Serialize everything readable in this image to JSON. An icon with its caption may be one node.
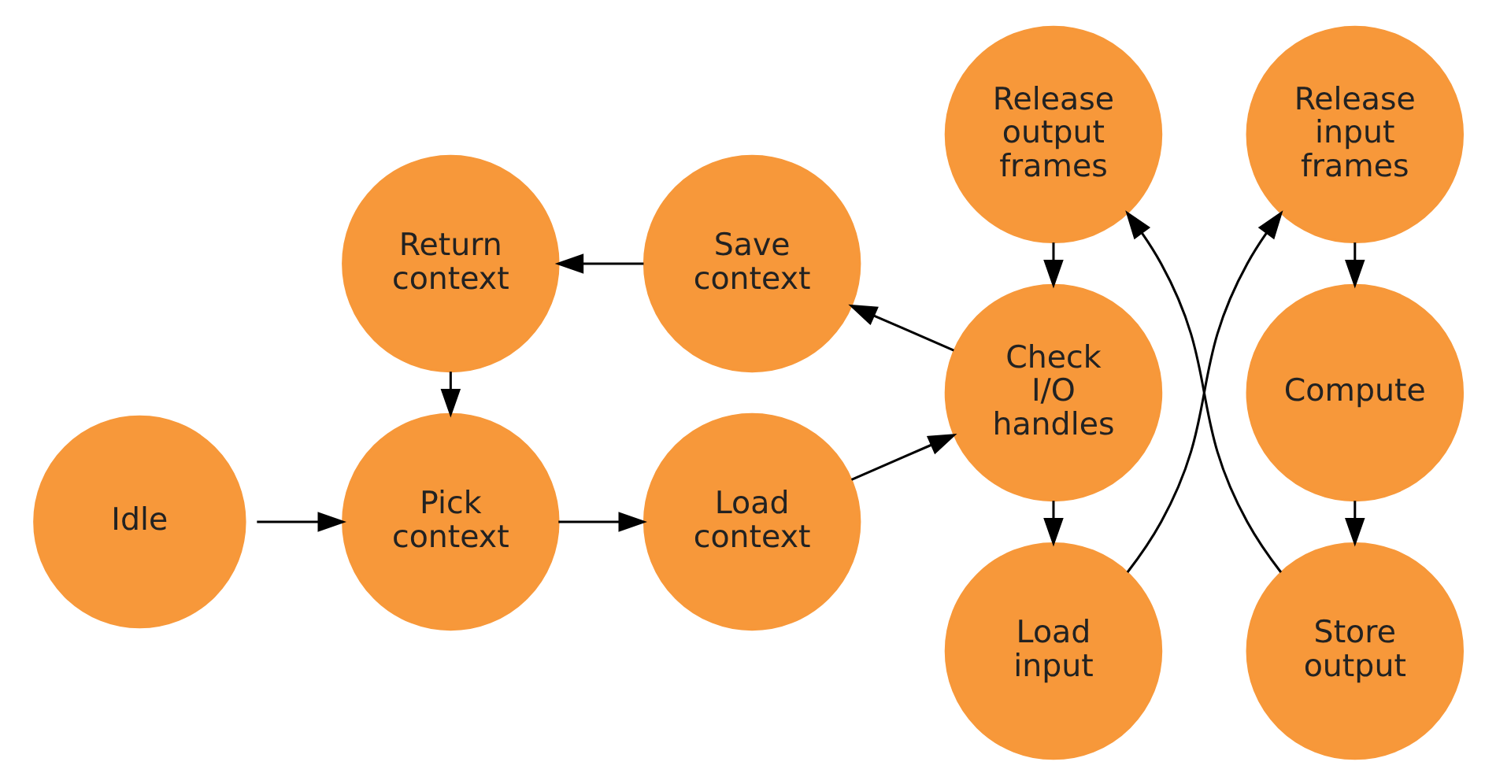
{
  "diagram": {
    "nodes": [
      {
        "text": [
          "Idle"
        ]
      },
      {
        "text": [
          "Pick context"
        ]
      },
      {
        "text": [
          "Load context"
        ]
      },
      {
        "text": [
          "Return context"
        ]
      },
      {
        "text": [
          "Save context"
        ]
      },
      {
        "text": [
          "Load input"
        ]
      },
      {
        "text": [
          "Release input frames"
        ]
      },
      {
        "text": [
          "Check I/O handles"
        ]
      },
      {
        "text": [
          "Compute"
        ]
      },
      {
        "text": [
          "Release output frames"
        ]
      },
      {
        "text": [
          "Store output"
        ]
      }
    ],
    "edges": [
      {
        "from": 0,
        "to": 1,
        "arrow": "to"
      },
      {
        "from": 1,
        "to": 2,
        "arrow": "to"
      },
      {
        "from": 2,
        "to": 7,
        "arrow": "to"
      },
      {
        "from": 7,
        "to": 4,
        "arrow": "to"
      },
      {
        "from": 4,
        "to": 3,
        "arrow": "to"
      },
      {
        "from": 3,
        "to": 1,
        "arrow": "to"
      },
      {
        "from": 7,
        "to": 5,
        "arrow": "to"
      },
      {
        "from": 5,
        "to": 6,
        "arrow": "to"
      },
      {
        "from": 6,
        "to": 8,
        "arrow": "to"
      },
      {
        "from": 8,
        "to": 10,
        "arrow": "to"
      },
      {
        "from": 10,
        "to": 9,
        "arrow": "to"
      },
      {
        "from": 9,
        "to": 7,
        "arrow": "to"
      }
    ]
  }
}
